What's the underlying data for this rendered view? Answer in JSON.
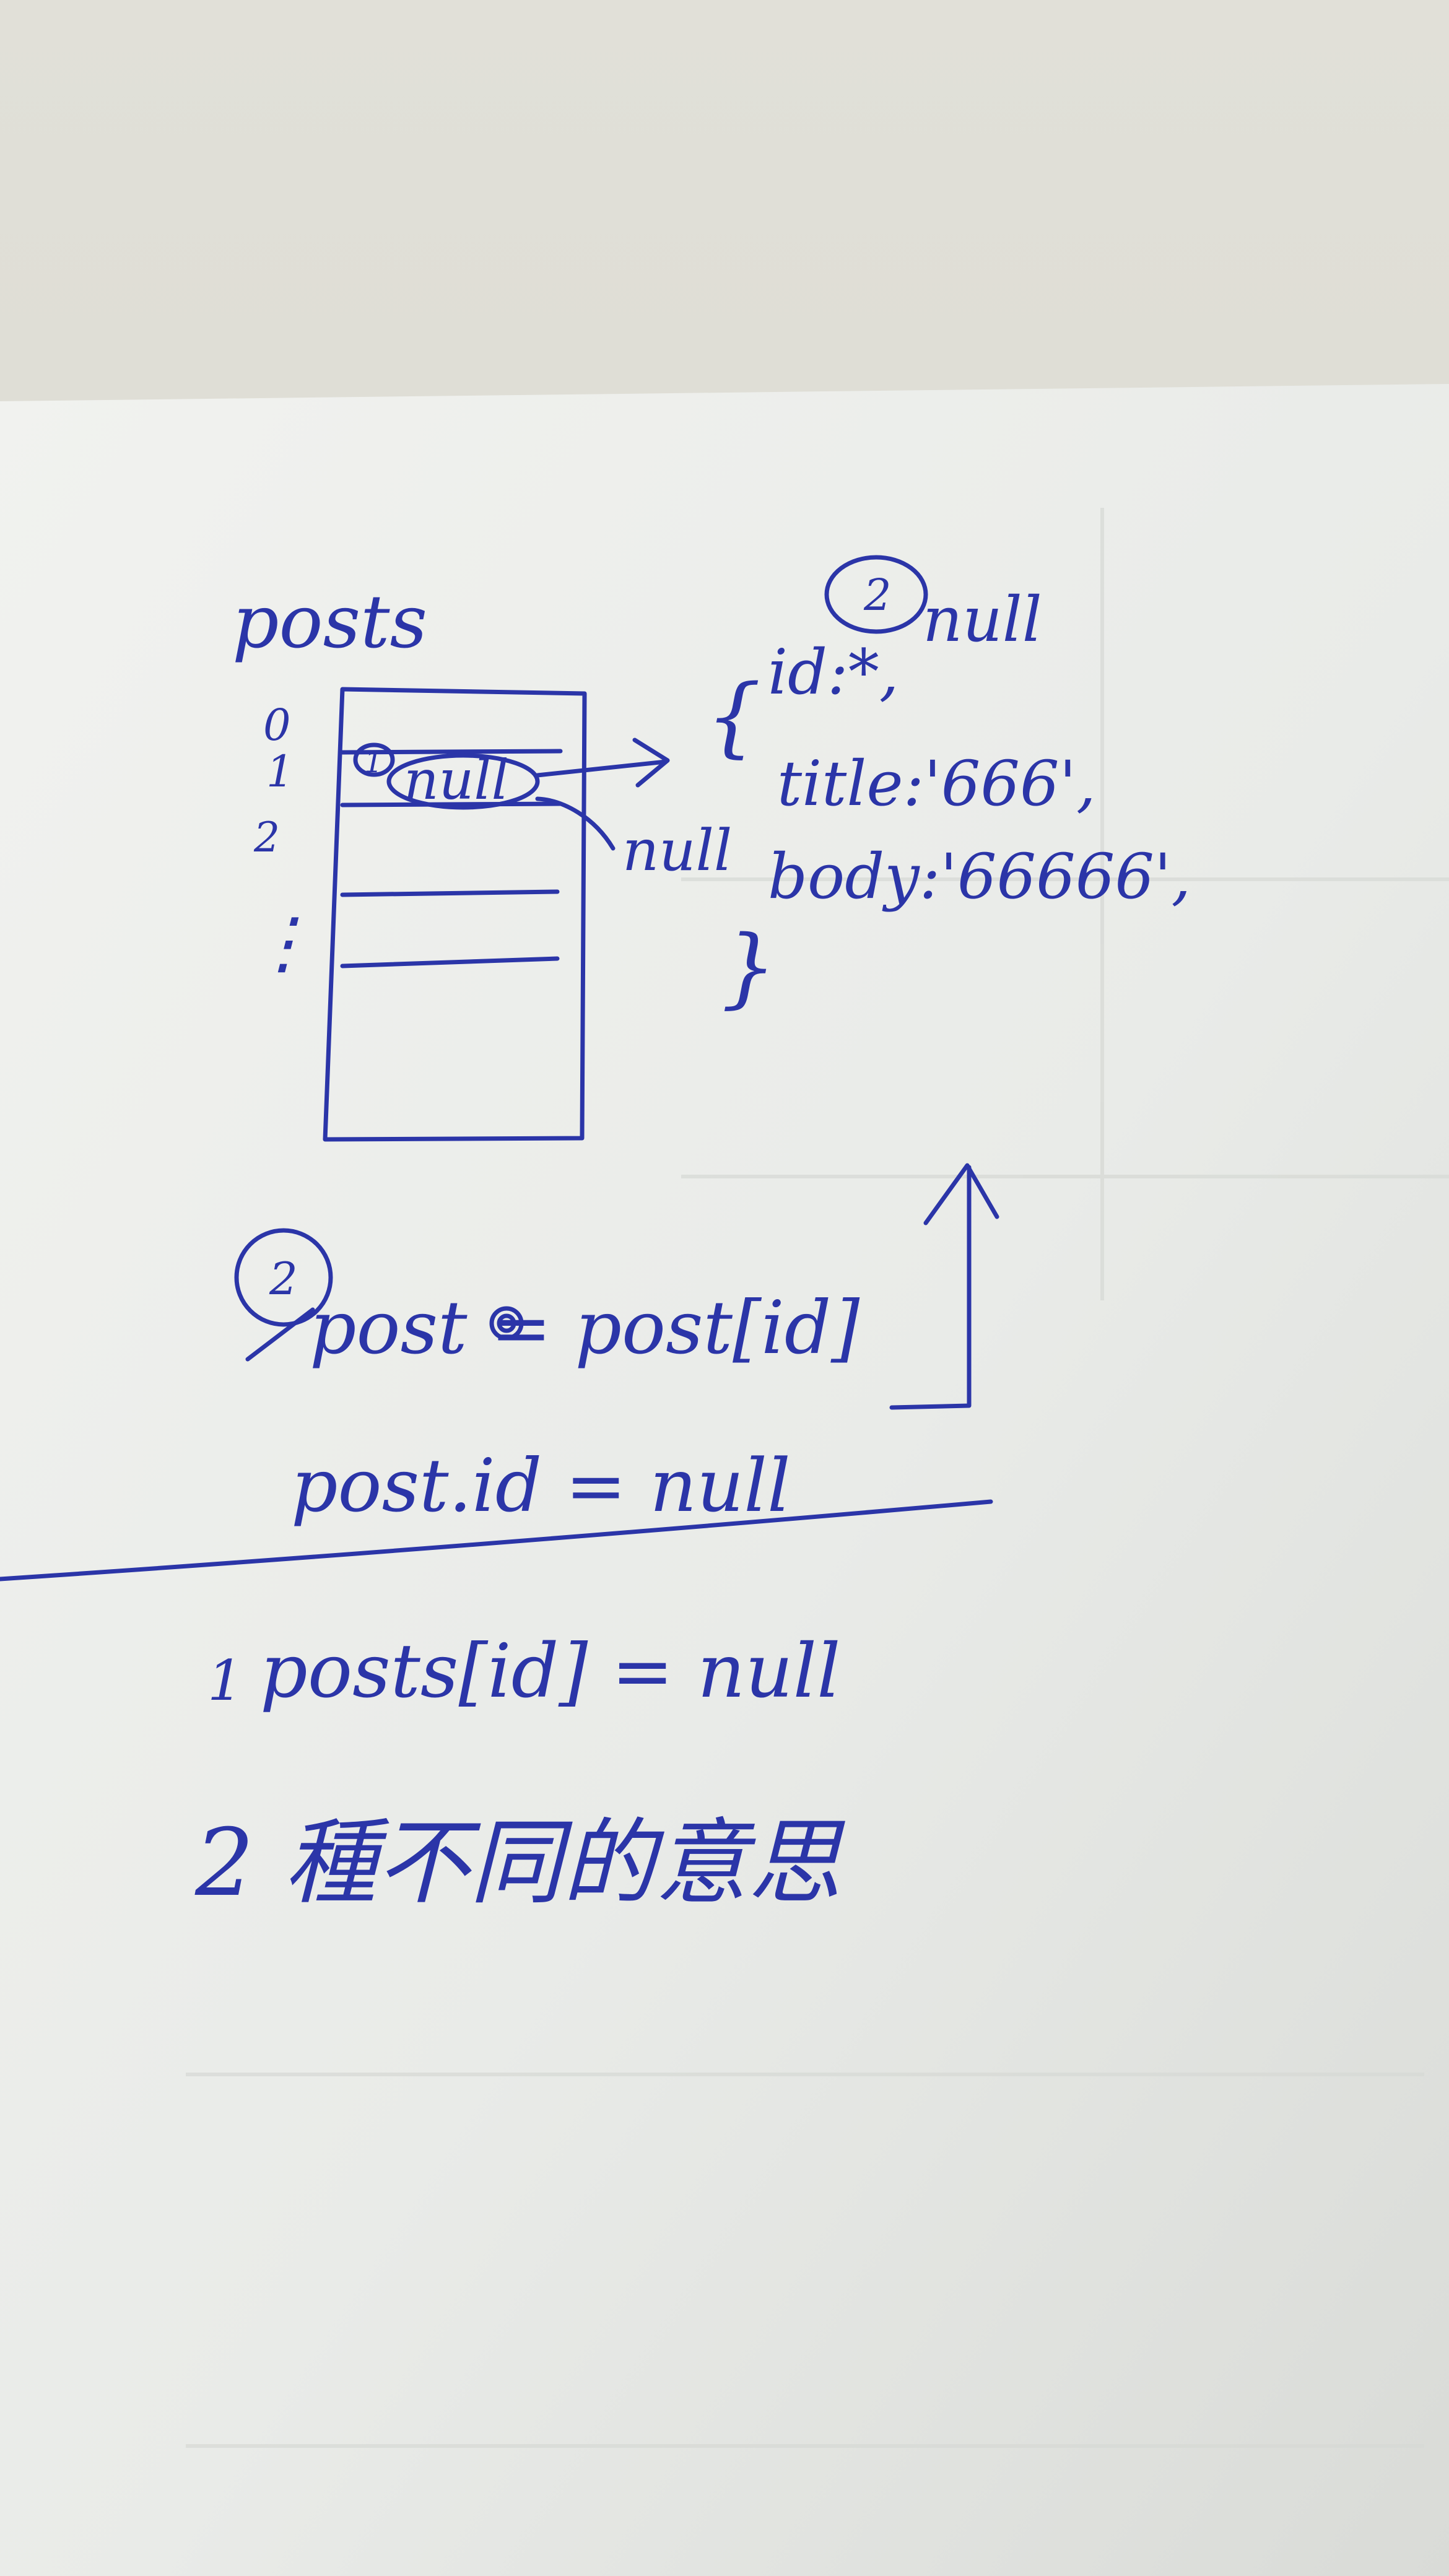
{
  "photo": {
    "desk_color": "#dddcd4",
    "paper_color": "#eef0ee",
    "ink_color": "#2b35a8"
  },
  "note": {
    "array_label": "posts",
    "index_labels": [
      "0",
      "1",
      "2",
      "⋮"
    ],
    "slot_value": "null",
    "slot_marker": "1",
    "side_null": "null",
    "object": {
      "marker": "2",
      "marker_value": "null",
      "open_brace": "{",
      "line_id": "id:*,",
      "line_title": "title:'666',",
      "line_body": "body:'66666',",
      "close_brace": "}"
    },
    "line_assign": "post = post[id]",
    "line_assign_marker": "2",
    "line_set_id": "post.id = null",
    "line_set_slot": "posts[id] = null",
    "line_set_slot_marker": "1",
    "summary": "2 種不同的意思"
  }
}
